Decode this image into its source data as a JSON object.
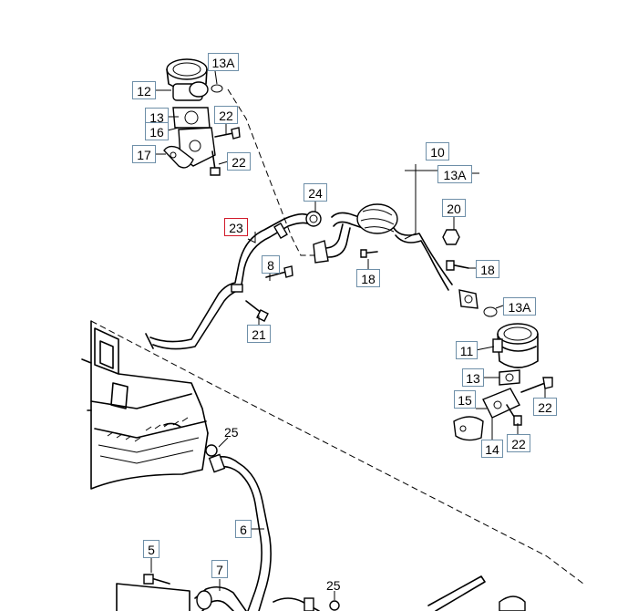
{
  "diagram": {
    "callouts": [
      {
        "id": "c-13A-top",
        "label": "13A"
      },
      {
        "id": "c-12",
        "label": "12"
      },
      {
        "id": "c-13-top",
        "label": "13"
      },
      {
        "id": "c-16",
        "label": "16"
      },
      {
        "id": "c-22-a",
        "label": "22"
      },
      {
        "id": "c-17",
        "label": "17"
      },
      {
        "id": "c-22-b",
        "label": "22"
      },
      {
        "id": "c-10",
        "label": "10"
      },
      {
        "id": "c-13A-mid",
        "label": "13A"
      },
      {
        "id": "c-24",
        "label": "24"
      },
      {
        "id": "c-20",
        "label": "20"
      },
      {
        "id": "c-23",
        "label": "23",
        "highlighted": true
      },
      {
        "id": "c-8",
        "label": "8"
      },
      {
        "id": "c-18-a",
        "label": "18"
      },
      {
        "id": "c-18-b",
        "label": "18"
      },
      {
        "id": "c-13A-right",
        "label": "13A"
      },
      {
        "id": "c-21",
        "label": "21"
      },
      {
        "id": "c-11",
        "label": "11"
      },
      {
        "id": "c-13-right",
        "label": "13"
      },
      {
        "id": "c-22-c",
        "label": "22"
      },
      {
        "id": "c-15",
        "label": "15"
      },
      {
        "id": "c-14",
        "label": "14"
      },
      {
        "id": "c-22-d",
        "label": "22"
      },
      {
        "id": "c-6",
        "label": "6"
      },
      {
        "id": "c-5",
        "label": "5"
      },
      {
        "id": "c-7",
        "label": "7"
      }
    ],
    "plain_labels": [
      {
        "id": "p-25-a",
        "label": "25"
      },
      {
        "id": "p-25-b",
        "label": "25"
      }
    ],
    "callout_border_color": "#6e8fa8",
    "highlight_color": "#d11a2a"
  }
}
